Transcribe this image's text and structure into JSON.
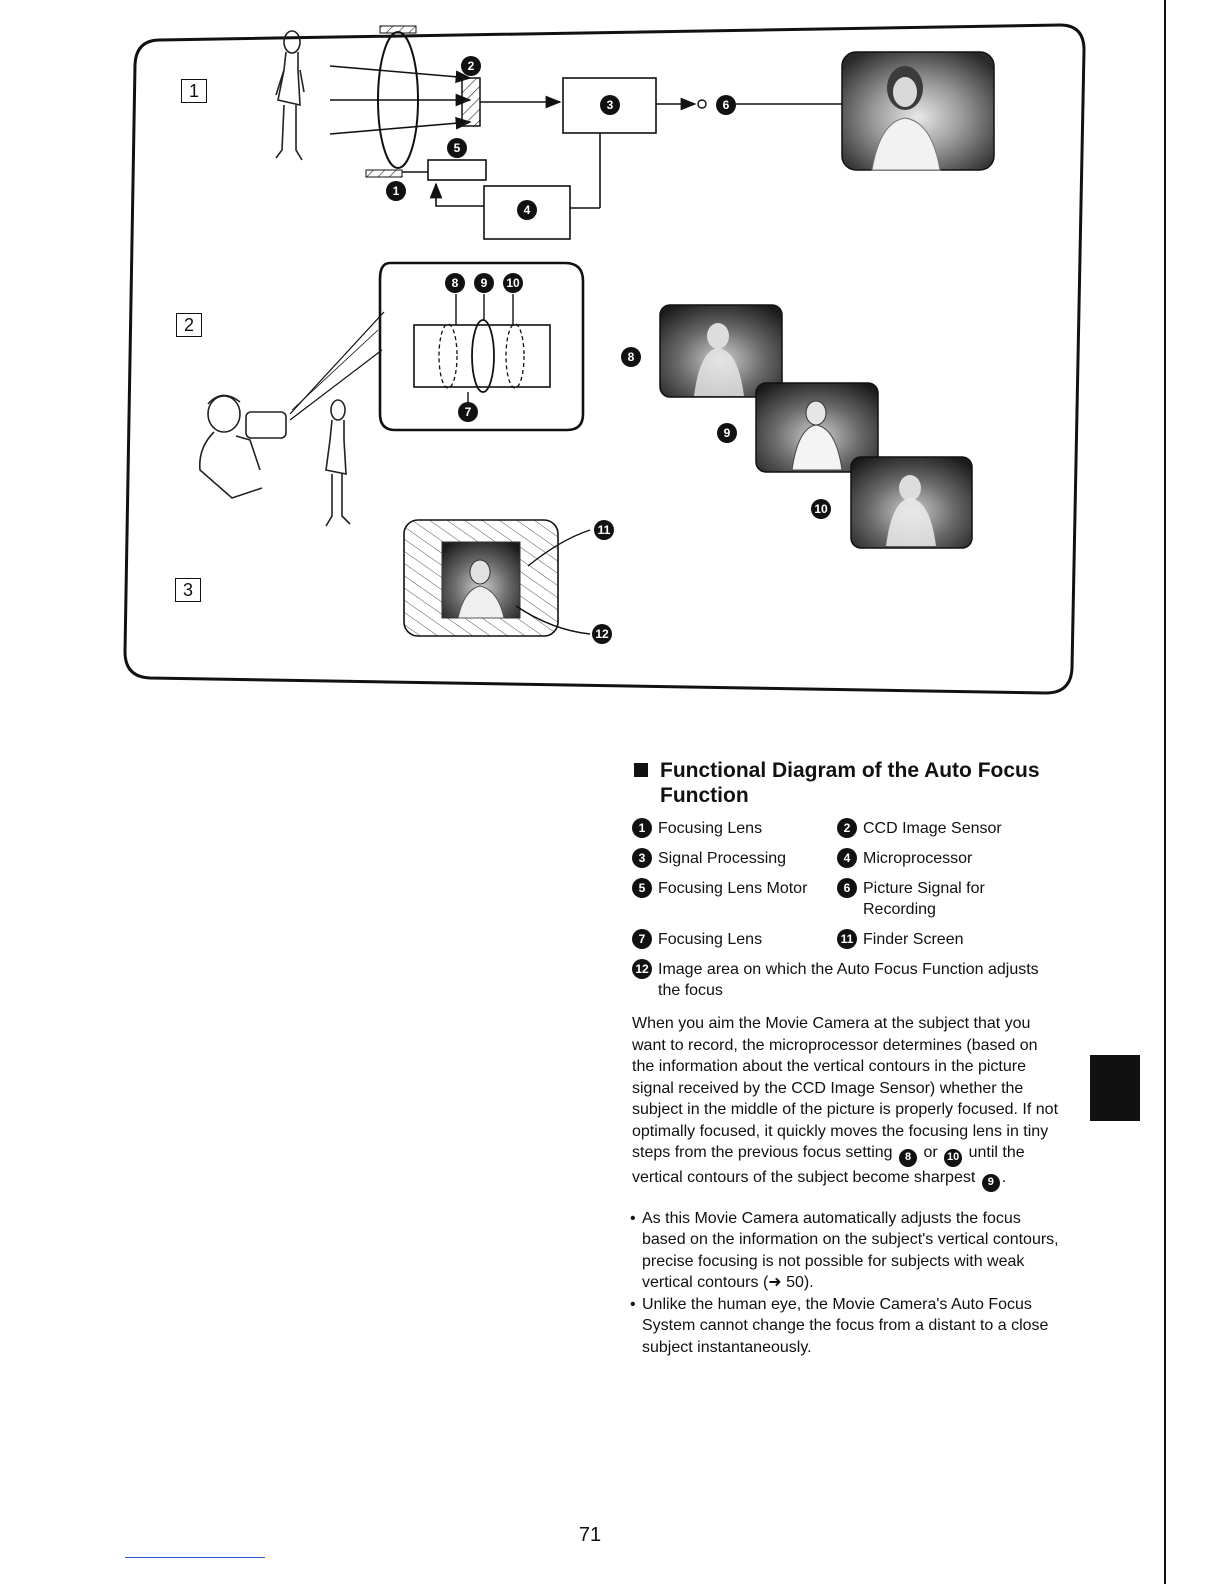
{
  "steps": {
    "s1": "1",
    "s2": "2",
    "s3": "3"
  },
  "callouts": {
    "c1": "1",
    "c2": "2",
    "c3": "3",
    "c4": "4",
    "c5": "5",
    "c6": "6",
    "c7": "7",
    "c8": "8",
    "c9": "9",
    "c10": "10",
    "c11": "11",
    "c12": "12"
  },
  "section": {
    "title": "Functional Diagram of the Auto Focus Function",
    "legend": [
      {
        "num": "1",
        "label": "Focusing Lens"
      },
      {
        "num": "2",
        "label": "CCD Image Sensor"
      },
      {
        "num": "3",
        "label": "Signal Processing"
      },
      {
        "num": "4",
        "label": "Microprocessor"
      },
      {
        "num": "5",
        "label": "Focusing Lens Motor"
      },
      {
        "num": "6",
        "label": "Picture Signal for Recording"
      },
      {
        "num": "7",
        "label": "Focusing Lens"
      },
      {
        "num": "11",
        "label": "Finder Screen"
      },
      {
        "num": "12",
        "label": "Image area on which the Auto Focus Function adjusts the focus"
      }
    ],
    "body": {
      "part1": "When you aim the Movie Camera at the subject that you want to record, the microprocessor determines (based on the information about the vertical contours in the picture signal received by the CCD Image Sensor) whether the subject in the middle of the picture is properly focused. If not optimally focused, it quickly moves the focusing lens  in tiny steps from the previous focus setting",
      "ref_a": "8",
      "or": "or",
      "ref_b": "10",
      "part2": "until the vertical contours of the subject become sharpest",
      "ref_c": "9",
      "end": "."
    },
    "bullets": [
      "As this Movie Camera automatically adjusts the focus based on the information on the subject's vertical contours, precise focusing is not possible for subjects with weak vertical contours (➜ 50).",
      "Unlike the human eye, the Movie Camera's Auto Focus System cannot change the focus from a distant to a close subject instantaneously."
    ]
  },
  "page_number": "71"
}
